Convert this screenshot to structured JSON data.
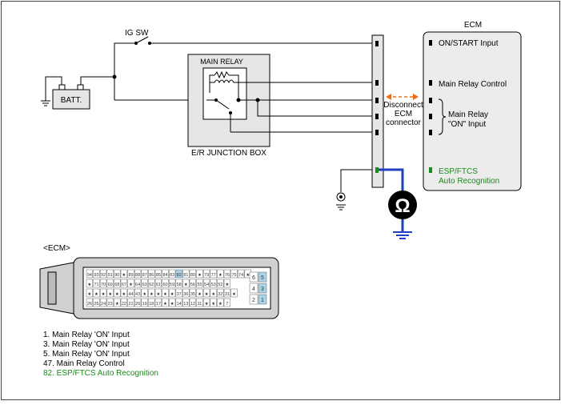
{
  "labels": {
    "ig_sw": "IG SW",
    "main_relay": "MAIN RELAY",
    "batt": "BATT.",
    "junction_box": "E/R JUNCTION BOX",
    "ecm": "ECM",
    "disconnect": [
      "Disconnect",
      "ECM",
      "connector"
    ],
    "on_start_input": "ON/START Input",
    "main_relay_control": "Main Relay Control",
    "relay_on_input": [
      "Main Relay",
      "\"ON\" Input"
    ],
    "esp_ftcs": [
      "ESP/FTCS",
      "Auto Recognition"
    ],
    "ohm_symbol": "Ω",
    "ecm_connector_title": "<ECM>"
  },
  "connector_pins": {
    "row1": [
      "94",
      "93",
      "92",
      "91",
      "90",
      "★",
      "89",
      "88",
      "87",
      "86",
      "85",
      "84",
      "83",
      "82",
      "81",
      "80",
      "★",
      "79",
      "77",
      "★",
      "76",
      "75",
      "74",
      "★"
    ],
    "row2": [
      "★",
      "71",
      "70",
      "69",
      "68",
      "67",
      "★",
      "64",
      "63",
      "62",
      "61",
      "60",
      "59",
      "58",
      "★",
      "56",
      "55",
      "54",
      "53",
      "52",
      "★"
    ],
    "row3": [
      "★",
      "★",
      "★",
      "★",
      "★",
      "★",
      "44",
      "43",
      "★",
      "★",
      "★",
      "★",
      "★",
      "37",
      "36",
      "35",
      "★",
      "★",
      "★",
      "32",
      "31",
      "★"
    ],
    "row4": [
      "26",
      "25",
      "24",
      "23",
      "★",
      "22",
      "21",
      "20",
      "19",
      "18",
      "17",
      "★",
      "★",
      "14",
      "13",
      "12",
      "11",
      "★",
      "★",
      "★",
      "7"
    ],
    "side": [
      "6",
      "5",
      "4",
      "3",
      "2",
      "1"
    ]
  },
  "legend": [
    {
      "text": "1. Main Relay 'ON' Input"
    },
    {
      "text": "3. Main Relay 'ON' Input"
    },
    {
      "text": "5. Main Relay 'ON' Input"
    },
    {
      "text": "47. Main Relay Control"
    },
    {
      "text": "82. ESP/FTCS Auto Recognition"
    }
  ],
  "colors": {
    "line": "#000000",
    "box_fill": "#e6e6e6",
    "ecm_fill": "#ececec",
    "connector_fill": "#d0d0d0",
    "highlight_green": "#1a8a1a",
    "meter_wire": "#1f3fbf",
    "arrow_orange": "#e8701a",
    "pin_highlight": "#a8d4e6"
  }
}
